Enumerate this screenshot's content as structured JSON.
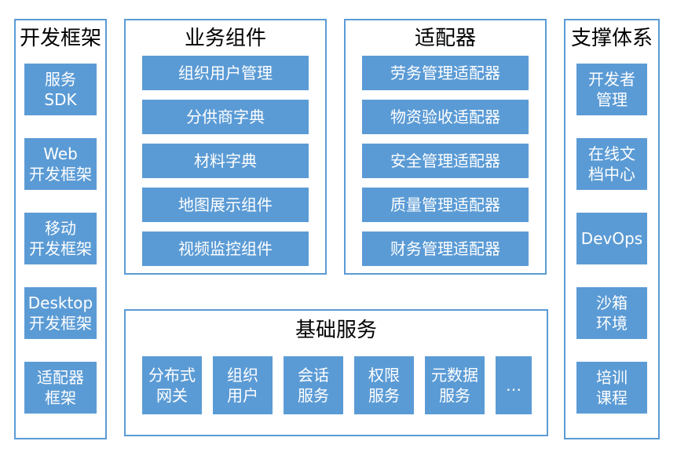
{
  "dev_framework": {
    "title": "开发框架",
    "items": [
      "服务\nSDK",
      "Web\n开发框架",
      "移动\n开发框架",
      "Desktop\n开发框架",
      "适配器\n框架"
    ]
  },
  "business": {
    "title": "业务组件",
    "items": [
      "组织用户管理",
      "分供商字典",
      "材料字典",
      "地图展示组件",
      "视频监控组件"
    ]
  },
  "adapters": {
    "title": "适配器",
    "items": [
      "劳务管理适配器",
      "物资验收适配器",
      "安全管理适配器",
      "质量管理适配器",
      "财务管理适配器"
    ]
  },
  "support": {
    "title": "支撑体系",
    "items": [
      "开发者\n管理",
      "在线文\n档中心",
      "DevOps",
      "沙箱\n环境",
      "培训\n课程"
    ]
  },
  "base": {
    "title": "基础服务",
    "items": [
      "分布式\n网关",
      "组织\n用户",
      "会话\n服务",
      "权限\n服务",
      "元数据\n服务",
      "…"
    ]
  }
}
